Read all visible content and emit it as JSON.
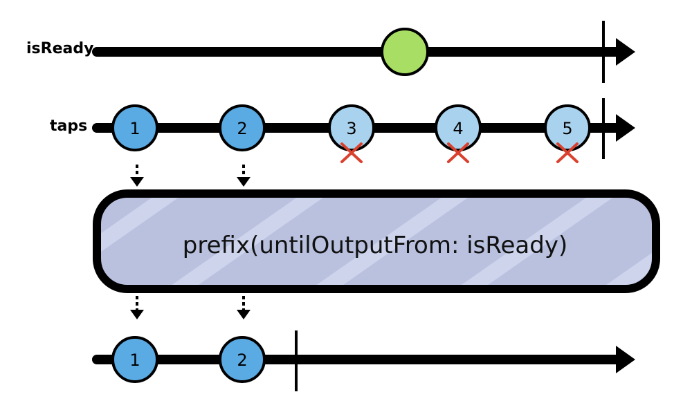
{
  "colors": {
    "line": "#000000",
    "marble_emitted": "#5aaae3",
    "marble_dropped": "#a9d2ee",
    "signal_marble": "#a8de63",
    "cross": "#d9412e",
    "operator_fill": "#b9c1df",
    "operator_stripe": "#cdd4ec"
  },
  "lanes": {
    "isReady": {
      "label": "isReady",
      "marbles": [
        {
          "kind": "signal",
          "label": ""
        }
      ],
      "completes": true
    },
    "taps": {
      "label": "taps",
      "marbles": [
        {
          "label": "1",
          "state": "emitted"
        },
        {
          "label": "2",
          "state": "emitted"
        },
        {
          "label": "3",
          "state": "dropped"
        },
        {
          "label": "4",
          "state": "dropped"
        },
        {
          "label": "5",
          "state": "dropped"
        }
      ],
      "completes": true
    },
    "output": {
      "label": "",
      "marbles": [
        {
          "label": "1",
          "state": "emitted"
        },
        {
          "label": "2",
          "state": "emitted"
        }
      ],
      "completes": true
    }
  },
  "operator": {
    "text": "prefix(untilOutputFrom: isReady)"
  }
}
